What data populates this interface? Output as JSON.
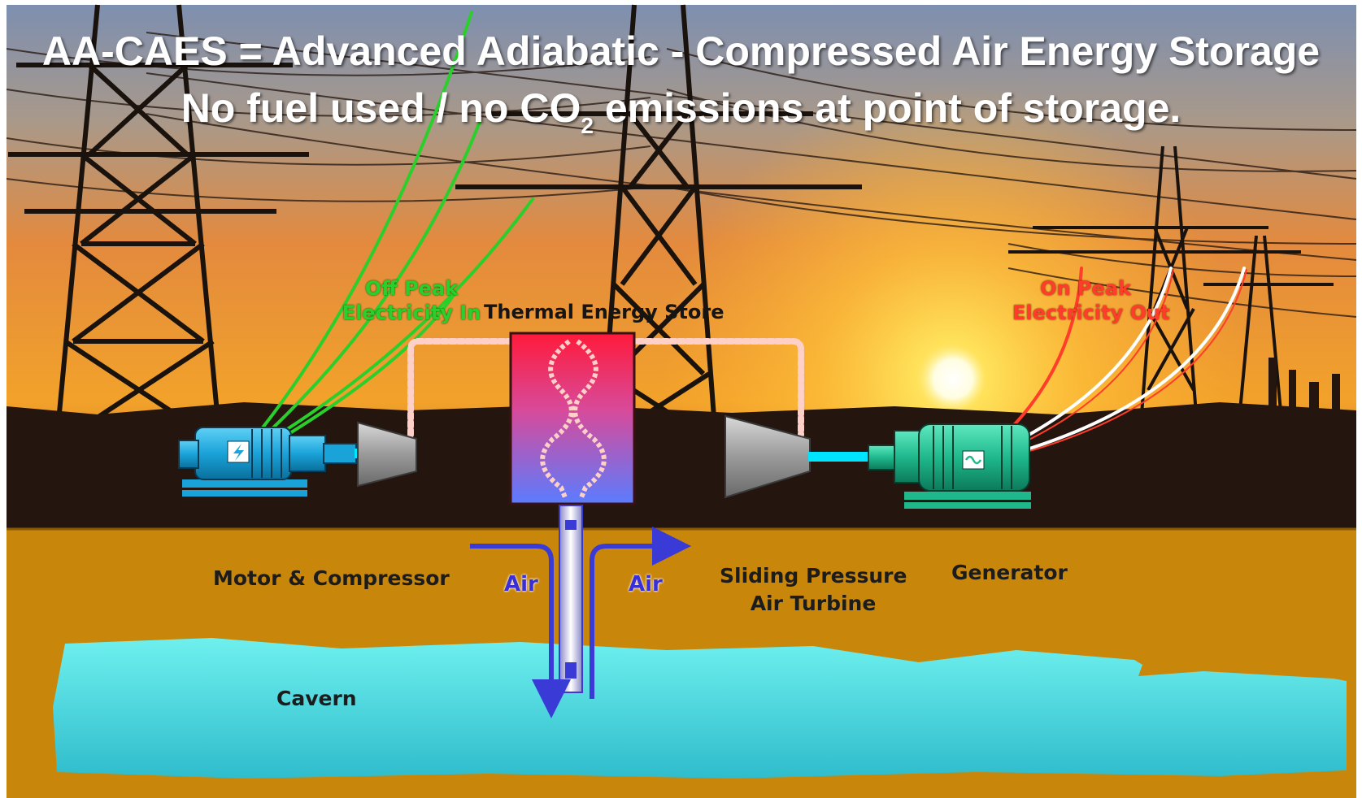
{
  "title": {
    "line1": "AA-CAES = Advanced Adiabatic - Compressed Air Energy Storage",
    "line2_pre": "No fuel used / no CO",
    "line2_sub": "2",
    "line2_post": " emissions at point of storage."
  },
  "labels": {
    "off_peak_line1": "Off Peak",
    "off_peak_line2": "Electricity In",
    "thermal_store": "Thermal Energy Store",
    "on_peak_line1": "On Peak",
    "on_peak_line2": "Electricity Out",
    "motor_compressor": "Motor & Compressor",
    "air_left": "Air",
    "air_right": "Air",
    "turbine_line1": "Sliding Pressure",
    "turbine_line2": "Air Turbine",
    "generator": "Generator",
    "cavern": "Cavern"
  },
  "icons": {
    "motor": "lightning-bolt-icon",
    "generator": "sine-wave-icon"
  },
  "colors": {
    "ground": "#c8860a",
    "cavern": "#4fd9d9",
    "motor": "#1aa3d9",
    "generator": "#1fb88c",
    "electricity_in": "#2bcf2b",
    "electricity_out": "#ff3d2a",
    "air_arrow": "#3a3ad6",
    "shaft": "#00e5ff",
    "tes_hot": "#ff1a3a",
    "tes_cold": "#5a7cff"
  }
}
